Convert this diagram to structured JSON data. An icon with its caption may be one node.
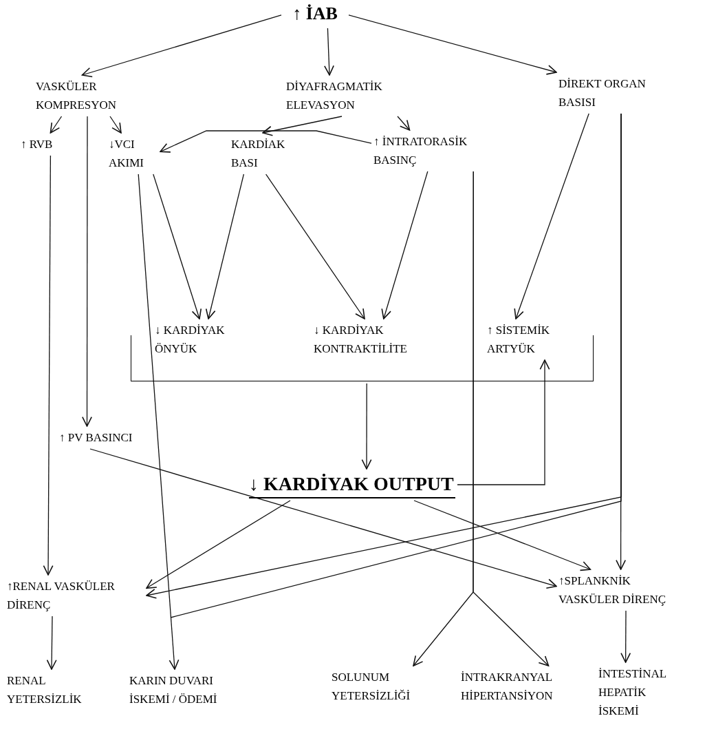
{
  "diagram": {
    "nodes": [
      {
        "text": [
          "↑ İAB"
        ]
      },
      {
        "text": [
          "VASKÜLER KOMPRESYON"
        ]
      },
      {
        "text": [
          "DİYAFRAGMATİK ELEVASYON"
        ]
      },
      {
        "text": [
          "DİREKT ORGAN BASISI"
        ]
      },
      {
        "text": [
          "↑ RVB"
        ]
      },
      {
        "text": [
          "↓VCI AKIMI"
        ]
      },
      {
        "text": [
          "KARDİAK BASI"
        ]
      },
      {
        "text": [
          "↑ İNTRATORASİK BASINÇ"
        ]
      },
      {
        "text": [],
        "shape": "bracket"
      },
      {
        "text": [
          "↓ KARDİYAK ÖNYÜK"
        ],
        "in": 8
      },
      {
        "text": [
          "↓ KARDİYAK KONTRAKTİLİTE"
        ],
        "in": 8
      },
      {
        "text": [
          "↑ SİSTEMİK ARTYÜK"
        ],
        "in": 8
      },
      {
        "text": [
          "↑ PV BASINCI"
        ]
      },
      {
        "text": [
          "↓ KARDİYAK OUTPUT"
        ]
      },
      {
        "text": [
          "↑RENAL VASKÜLER DİRENÇ"
        ]
      },
      {
        "text": [
          "↑SPLANKNİK VASKÜLER DİRENÇ"
        ]
      },
      {
        "text": [
          "RENAL YETERSİZLİK"
        ]
      },
      {
        "text": [
          "KARIN DUVARI İSKEMİ / ÖDEMİ"
        ]
      },
      {
        "text": [
          "SOLUNUM YETERSİZLİĞİ"
        ]
      },
      {
        "text": [
          "İNTRAKRANYAL HİPERTANSİYON"
        ]
      },
      {
        "text": [
          "İNTESTİNAL HEPATİK İSKEMİ"
        ]
      }
    ],
    "edges": [
      {
        "from": 0,
        "to": 1,
        "arrow": "to"
      },
      {
        "from": 0,
        "to": 2,
        "arrow": "to"
      },
      {
        "from": 0,
        "to": 3,
        "arrow": "to"
      },
      {
        "from": 1,
        "to": 4,
        "arrow": "to"
      },
      {
        "from": 1,
        "to": 5,
        "arrow": "to"
      },
      {
        "from": 1,
        "to": 12,
        "arrow": "to"
      },
      {
        "from": 2,
        "to": 6,
        "arrow": "to"
      },
      {
        "from": 2,
        "to": 7,
        "arrow": "to"
      },
      {
        "from": 7,
        "to": 5,
        "arrow": "to"
      },
      {
        "from": 3,
        "to": 11,
        "arrow": "to"
      },
      {
        "from": 5,
        "to": 9,
        "arrow": "to"
      },
      {
        "from": 6,
        "to": 9,
        "arrow": "to"
      },
      {
        "from": 6,
        "to": 10,
        "arrow": "to"
      },
      {
        "from": 7,
        "to": 10,
        "arrow": "to"
      },
      {
        "from": 8,
        "to": 13,
        "arrow": "to"
      },
      {
        "from": 13,
        "to": 11,
        "arrow": "to"
      },
      {
        "from": 4,
        "to": 14,
        "arrow": "to"
      },
      {
        "from": 5,
        "to": 17,
        "arrow": "to"
      },
      {
        "from": 12,
        "to": 15,
        "arrow": "to"
      },
      {
        "from": 13,
        "to": 14,
        "arrow": "to"
      },
      {
        "from": 13,
        "to": 15,
        "arrow": "to"
      },
      {
        "from": 3,
        "to": 15,
        "arrow": "to"
      },
      {
        "from": 3,
        "to": 14,
        "arrow": "to"
      },
      {
        "from": 3,
        "to": null,
        "arrow": "none"
      },
      {
        "from": 7,
        "to": 18,
        "arrow": "to"
      },
      {
        "from": 7,
        "to": 19,
        "arrow": "to"
      },
      {
        "from": 14,
        "to": 16,
        "arrow": "to"
      },
      {
        "from": 15,
        "to": 20,
        "arrow": "to"
      }
    ]
  }
}
